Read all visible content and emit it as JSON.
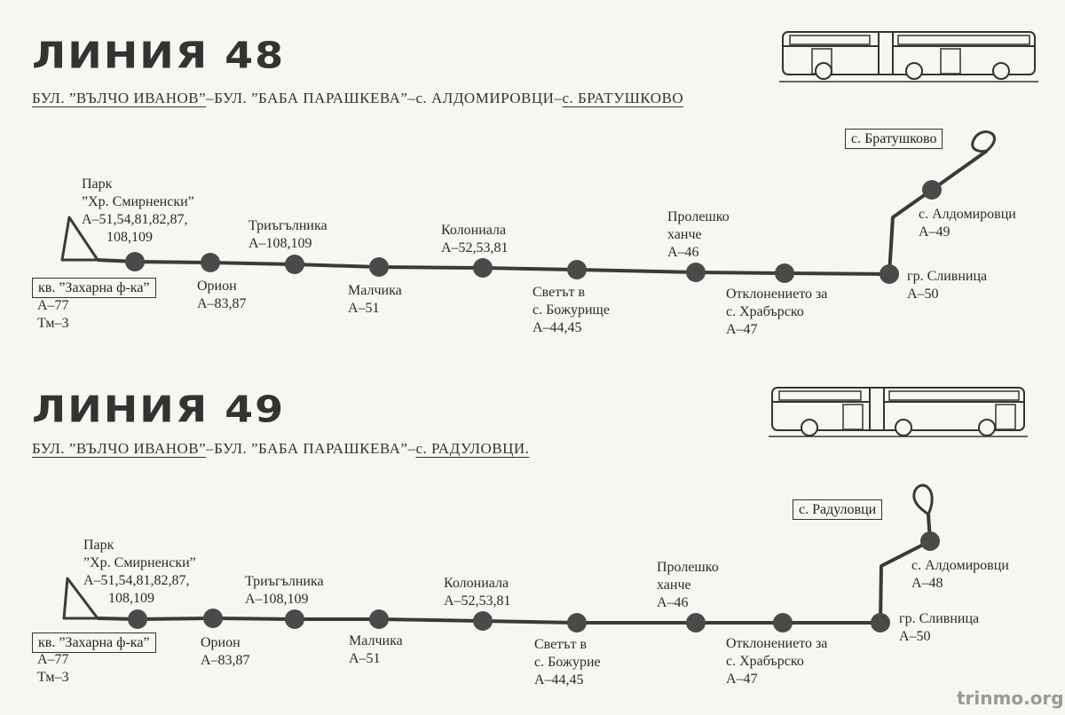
{
  "line48": {
    "title": "ЛИНИЯ 48",
    "route": {
      "seg1": "БУЛ. ”ВЪЛЧО ИВАНОВ”",
      "seg2": "–БУЛ. ”БАБА ПАРАШКЕВА”–с. АЛДОМИРОВЦИ–",
      "seg3": "с. БРАТУШКОВО"
    },
    "terminus_start": {
      "name": "кв. ”Захарна ф-ка”",
      "t1": "А–77",
      "t2": "Тм–3"
    },
    "terminus_end": "с. Братушково",
    "stops": {
      "park": {
        "l1": "Парк",
        "l2": "”Хр. Смирненски”",
        "l3": "А–51,54,81,82,87,",
        "l4": "108,109"
      },
      "orion": {
        "l1": "Орион",
        "l2": "А–83,87"
      },
      "triag": {
        "l1": "Триъгълника",
        "l2": "А–108,109"
      },
      "malchika": {
        "l1": "Малчика",
        "l2": "А–51"
      },
      "kolon": {
        "l1": "Колониала",
        "l2": "А–52,53,81"
      },
      "svetat": {
        "l1": "Светът в",
        "l2": "с. Божурище",
        "l3": "А–44,45"
      },
      "prolesh": {
        "l1": "Пролешко",
        "l2": "ханче",
        "l3": "А–46"
      },
      "otkl": {
        "l1": "Отклонението за",
        "l2": "с. Храбърско",
        "l3": "А–47"
      },
      "sliv": {
        "l1": "гр. Сливница",
        "l2": "А–50"
      },
      "aldom": {
        "l1": "с. Алдомировци",
        "l2": "А–49"
      }
    }
  },
  "line49": {
    "title": "ЛИНИЯ 49",
    "route": {
      "seg1": "БУЛ. ”ВЪЛЧО ИВАНОВ”",
      "seg2": "–БУЛ. ”БАБА ПАРАШКЕВА”–",
      "seg3": "с. РАДУЛОВЦИ."
    },
    "terminus_start": {
      "name": "кв. ”Захарна ф-ка”",
      "t1": "А–77",
      "t2": "Тм–3"
    },
    "terminus_end": "с. Радуловци",
    "stops": {
      "park": {
        "l1": "Парк",
        "l2": "”Хр. Смирненски”",
        "l3": "А–51,54,81,82,87,",
        "l4": "108,109"
      },
      "orion": {
        "l1": "Орион",
        "l2": "А–83,87"
      },
      "triag": {
        "l1": "Триъгълника",
        "l2": "А–108,109"
      },
      "malchika": {
        "l1": "Малчика",
        "l2": "А–51"
      },
      "kolon": {
        "l1": "Колониала",
        "l2": "А–52,53,81"
      },
      "svetat": {
        "l1": "Светът в",
        "l2": "с. Божурие",
        "l3": "А–44,45"
      },
      "prolesh": {
        "l1": "Пролешко",
        "l2": "ханче",
        "l3": "А–46"
      },
      "otkl": {
        "l1": "Отклонението за",
        "l2": "с. Храбърско",
        "l3": "А–47"
      },
      "sliv": {
        "l1": "гр. Сливница",
        "l2": "А–50"
      },
      "aldom": {
        "l1": "с. Алдомировци",
        "l2": "А–48"
      }
    }
  },
  "watermark": "trinmo.org"
}
